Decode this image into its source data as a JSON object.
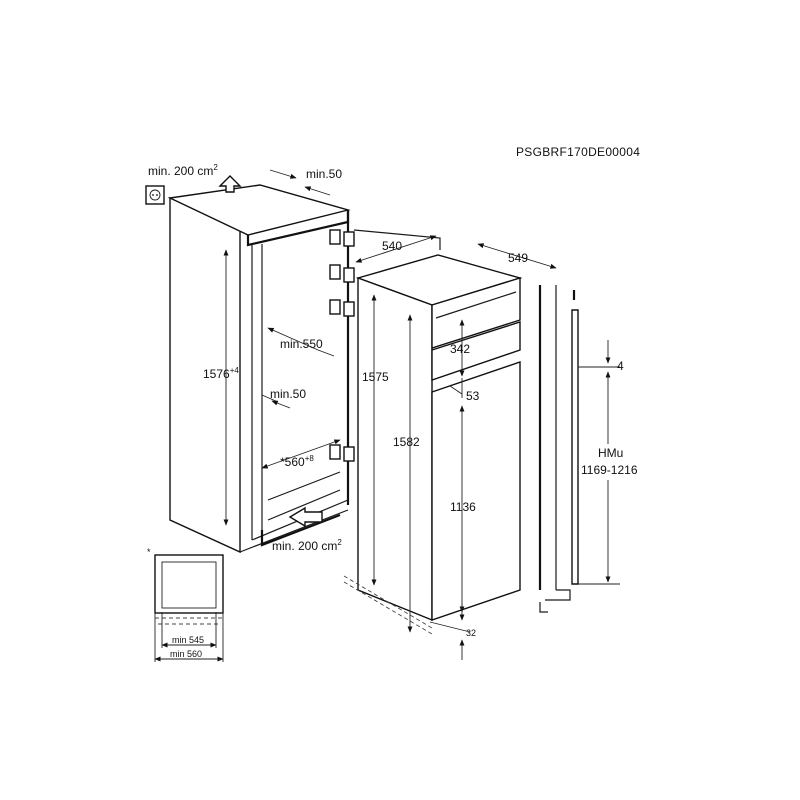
{
  "diagram": {
    "code": "PSGBRF170DE00004",
    "niche": {
      "vent_top": "min. 200 cm",
      "vent_top_sup": "2",
      "top_gap": "min.50",
      "depth": "min.550",
      "side_gap": "min.50",
      "height": "1576",
      "height_tol": "+4",
      "width": "*560",
      "width_tol": "+8",
      "vent_bottom": "min. 200 cm",
      "vent_bottom_sup": "2"
    },
    "appliance": {
      "width": "540",
      "depth": "549",
      "height_body": "1575",
      "height_total": "1582",
      "freezer": "342",
      "gap": "53",
      "fridge": "1136",
      "base": "32"
    },
    "door": {
      "gap": "4",
      "label": "HMu",
      "range": "1169-1216"
    },
    "inset": {
      "asterisk": "*",
      "min_a": "min 545",
      "min_b": "min 560"
    }
  }
}
